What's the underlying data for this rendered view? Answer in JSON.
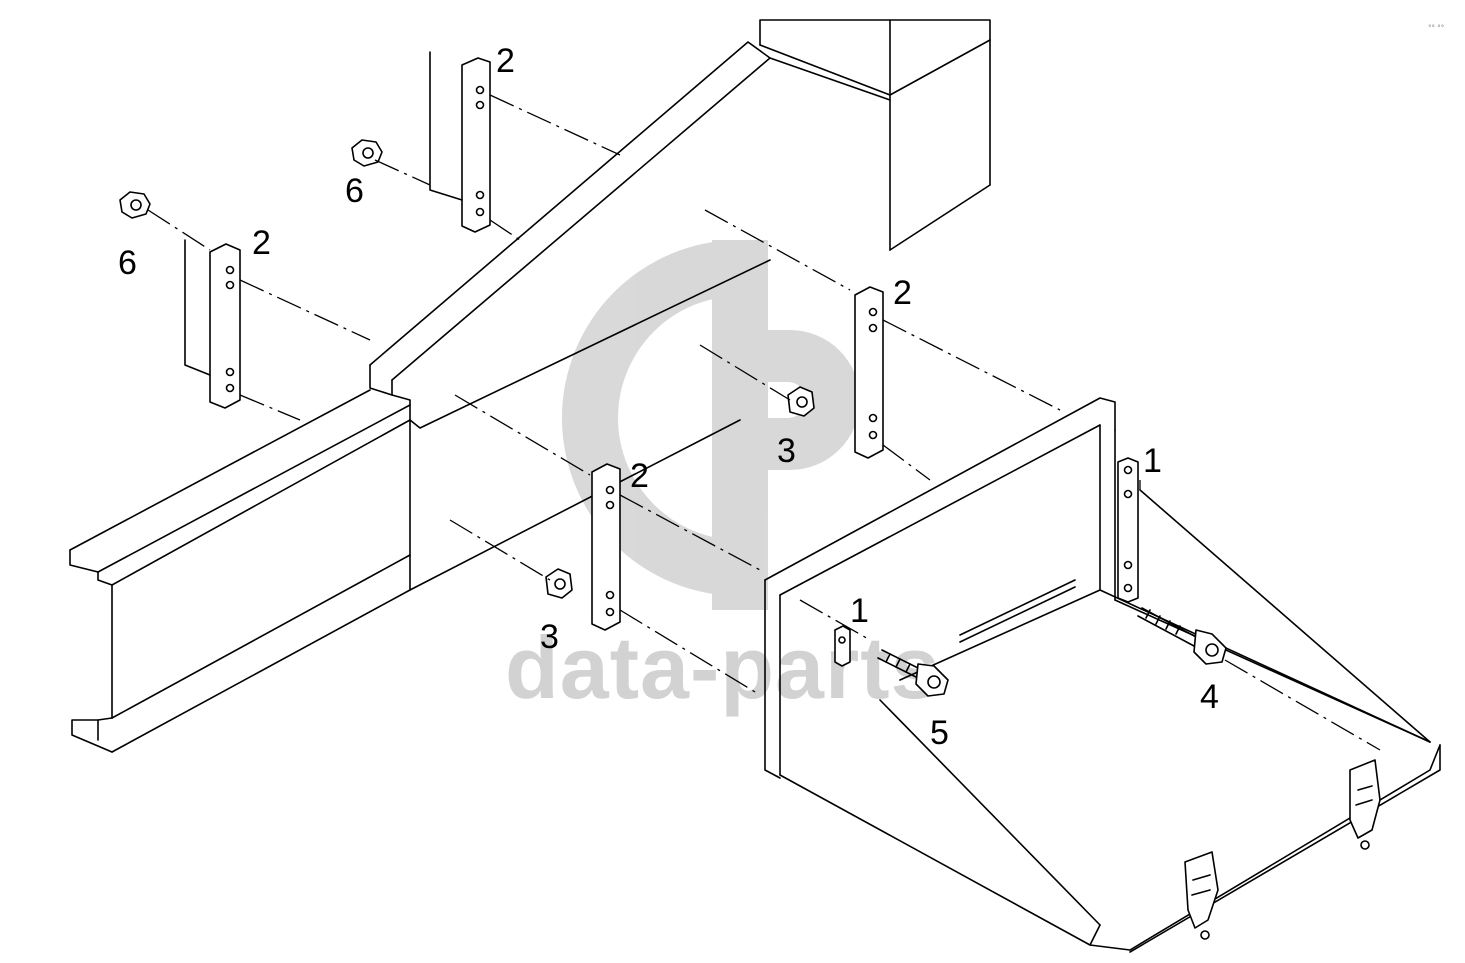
{
  "watermark": {
    "text": "data-parts"
  },
  "corner_mark": "°° °°",
  "callouts": [
    {
      "id": "c-2a",
      "label": "2"
    },
    {
      "id": "c-6a",
      "label": "6"
    },
    {
      "id": "c-2b",
      "label": "2"
    },
    {
      "id": "c-6b",
      "label": "6"
    },
    {
      "id": "c-2c",
      "label": "2"
    },
    {
      "id": "c-3a",
      "label": "3"
    },
    {
      "id": "c-2d",
      "label": "2"
    },
    {
      "id": "c-3b",
      "label": "3"
    },
    {
      "id": "c-1a",
      "label": "1"
    },
    {
      "id": "c-1b",
      "label": "1"
    },
    {
      "id": "c-4",
      "label": "4"
    },
    {
      "id": "c-5",
      "label": "5"
    }
  ]
}
